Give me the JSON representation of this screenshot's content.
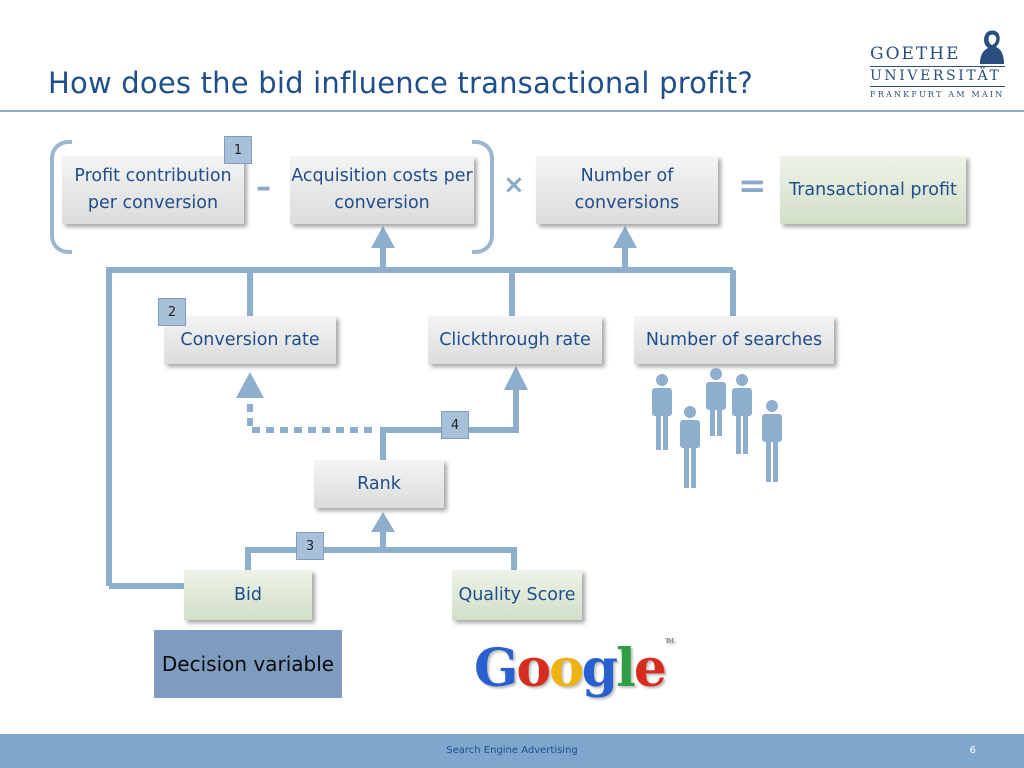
{
  "slide": {
    "title": "How does the bid influence transactional profit?",
    "page_number": "6",
    "footer": "Search Engine Advertising"
  },
  "logo": {
    "line1": "GOETHE",
    "line2": "UNIVERSITÄT",
    "line3": "FRANKFURT AM MAIN"
  },
  "boxes": {
    "profit_contribution": "Profit contribution per conversion",
    "acquisition_costs": "Acquisition costs per conversion",
    "number_of_conversions": "Number of conversions",
    "transactional_profit": "Transactional profit",
    "conversion_rate": "Conversion rate",
    "clickthrough_rate": "Clickthrough rate",
    "number_of_searches": "Number of searches",
    "rank": "Rank",
    "bid": "Bid",
    "quality_score": "Quality Score",
    "decision_variable": "Decision variable"
  },
  "tags": {
    "t1": "1",
    "t2": "2",
    "t3": "3",
    "t4": "4"
  },
  "operators": {
    "minus": "–",
    "times": "×",
    "equals": "="
  },
  "google": {
    "G": "G",
    "o1": "o",
    "o2": "o",
    "g": "g",
    "l": "l",
    "e": "e",
    "tm": "TM"
  },
  "colors": {
    "title": "#1f4e8c",
    "connector": "#8eaecd",
    "footer_bar": "#7fa6cc",
    "box_gray": "#e6e6e6",
    "box_green": "#dde8d4",
    "decision_box": "#7d9cc0",
    "tag": "#a9c0d9",
    "people": "#8eaecd"
  },
  "icons": [
    "people-icon",
    "goethe-portrait-icon",
    "google-logo"
  ]
}
